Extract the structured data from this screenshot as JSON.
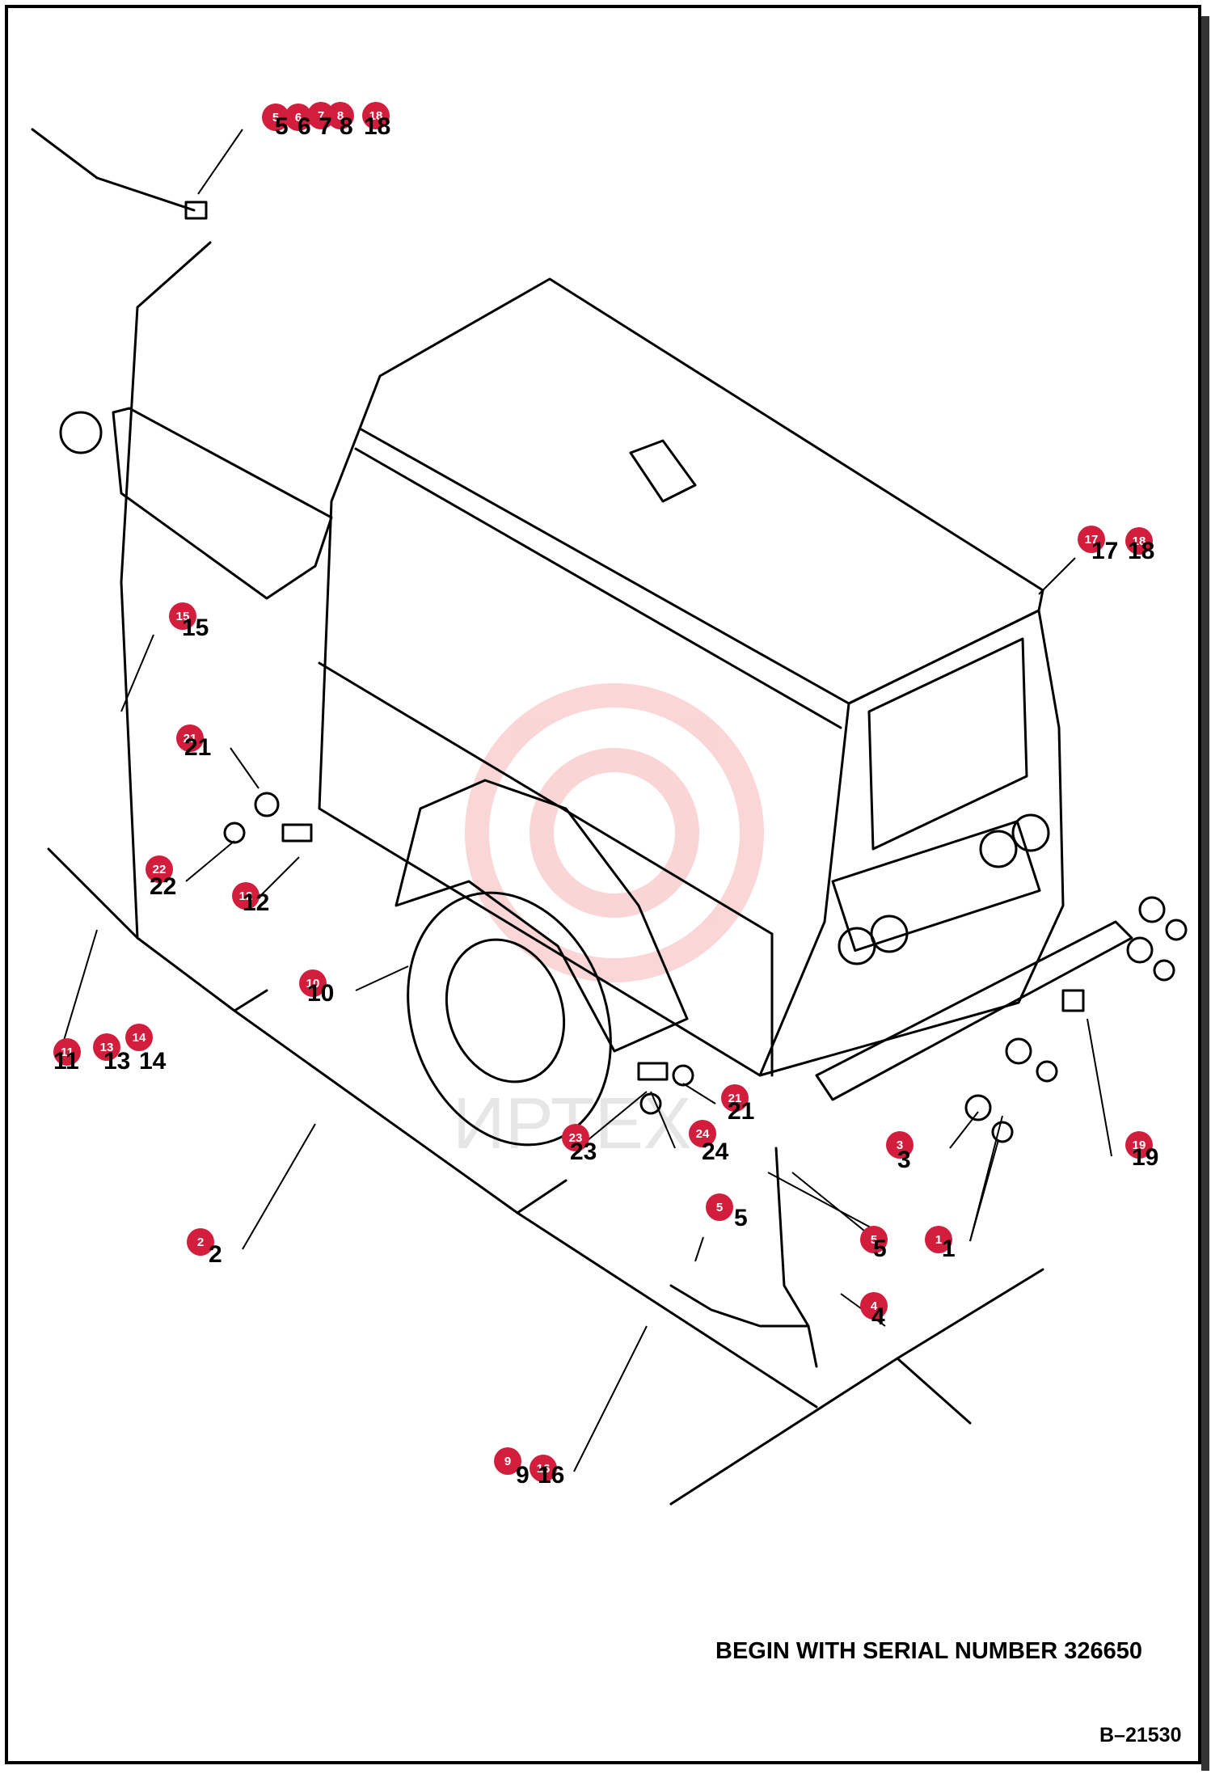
{
  "caption": "BEGIN WITH SERIAL NUMBER 326650",
  "drawing_number": "B–21530",
  "watermark": "ИРТЕХ",
  "callouts": [
    "5",
    "6",
    "7",
    "8",
    "18",
    "17",
    "18",
    "15",
    "21",
    "22",
    "12",
    "10",
    "11",
    "13",
    "14",
    "2",
    "23",
    "24",
    "21",
    "3",
    "5",
    "5",
    "1",
    "4",
    "9",
    "16",
    "19"
  ],
  "labels": [
    "5",
    "6",
    "7",
    "8",
    "18",
    "17",
    "18",
    "15",
    "21",
    "22",
    "12",
    "10",
    "11",
    "13",
    "14",
    "2",
    "23",
    "24",
    "21",
    "3",
    "5",
    "5",
    "1",
    "4",
    "9",
    "16",
    "19"
  ],
  "colors": {
    "callout": "#d21e3c",
    "line": "#000000",
    "watermark": "#f2b4b4"
  }
}
